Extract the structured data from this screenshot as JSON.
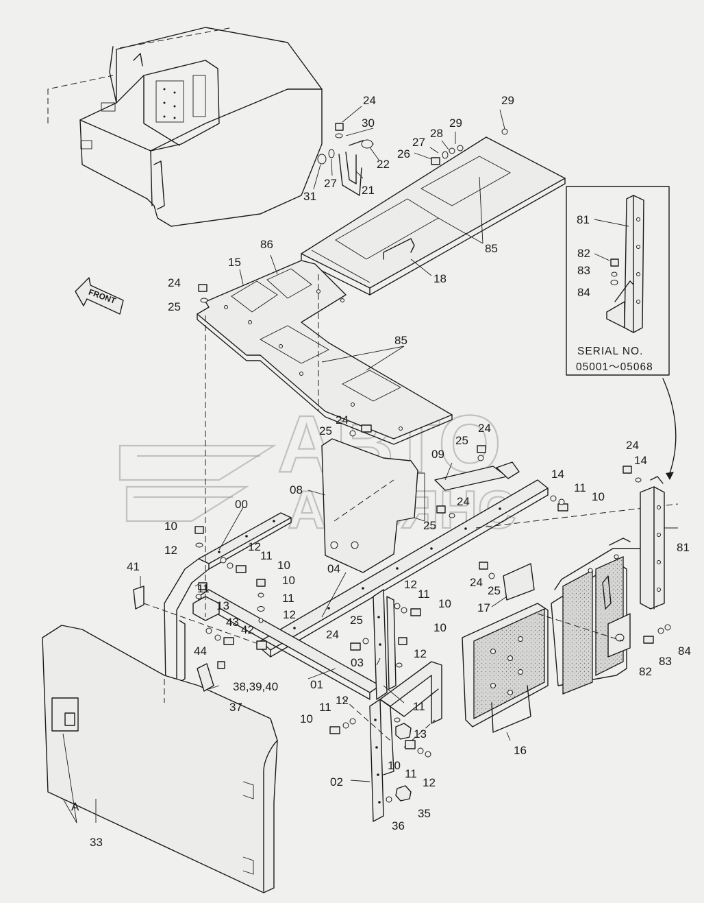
{
  "watermark": {
    "line1": "АВТО",
    "line2": "АЛЬЯНС"
  },
  "front_arrow_label": "FRONT",
  "inset": {
    "serial_title": "SERIAL  NO.",
    "serial_range": "05001～05068"
  },
  "labels": {
    "l24a": "24",
    "l30": "30",
    "l22": "22",
    "l21": "21",
    "l27a": "27",
    "l31": "31",
    "l29a": "29",
    "l29b": "29",
    "l28": "28",
    "l27b": "27",
    "l26": "26",
    "l85a": "85",
    "l18": "18",
    "l86": "86",
    "l15": "15",
    "l24b": "24",
    "l25a": "25",
    "l85b": "85",
    "l81a": "81",
    "l82a": "82",
    "l83a": "83",
    "l84a": "84",
    "l24c": "24",
    "l25b": "25",
    "l25c": "25",
    "l24d": "24",
    "l09": "09",
    "l08": "08",
    "l14a": "14",
    "l11a": "11",
    "l10a": "10",
    "l24e": "24",
    "l25d": "25",
    "l24f": "24",
    "l14b": "14",
    "l81b": "81",
    "l00": "00",
    "l10b": "10",
    "l12a": "12",
    "l12b": "12",
    "l11b": "11",
    "l10c": "10",
    "l41": "41",
    "l11c": "11",
    "l13a": "13",
    "l10d": "10",
    "l11d": "11",
    "l12c": "12",
    "l43": "43",
    "l42": "42",
    "l44": "44",
    "l04": "04",
    "l24g": "24",
    "l25e": "25",
    "l17": "17",
    "l12d": "12",
    "l11e": "11",
    "l10e": "10",
    "l10f": "10",
    "l25f": "25",
    "l24h": "24",
    "l03": "03",
    "l12e": "12",
    "l38": "38,39,40",
    "l37": "37",
    "l01": "01",
    "l82b": "82",
    "l83b": "83",
    "l84b": "84",
    "l10g": "10",
    "l11f": "11",
    "l12f": "12",
    "l11g": "11",
    "l13b": "13",
    "l10h": "10",
    "l11h": "11",
    "l12g": "12",
    "l16": "16",
    "l02": "02",
    "l35": "35",
    "l36": "36",
    "lA": "A",
    "l33": "33"
  }
}
